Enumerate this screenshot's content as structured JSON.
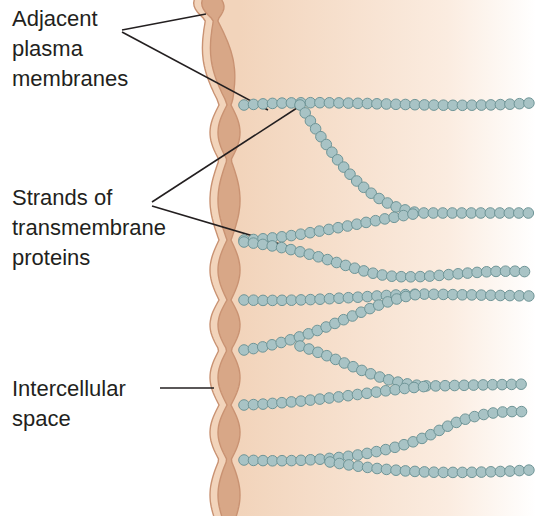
{
  "diagram": {
    "labels": [
      "Adjacent plasma membranes",
      "Strands of transmembrane proteins",
      "Intercellular space"
    ]
  }
}
